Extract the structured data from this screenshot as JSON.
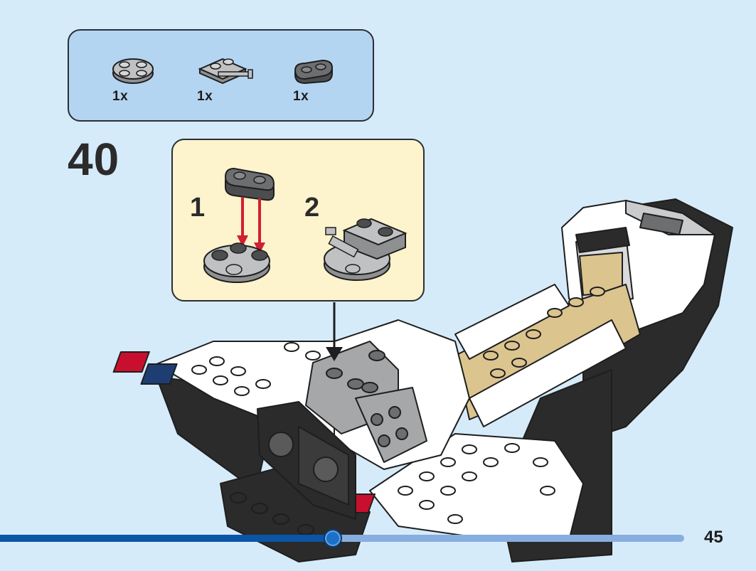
{
  "parts_list": {
    "items": [
      {
        "name": "Round plate 2x2 with center pin hole",
        "color": "light-bluish-gray",
        "qty": "1x"
      },
      {
        "name": "Plate 1x2 with bar handles",
        "color": "light-bluish-gray",
        "qty": "1x"
      },
      {
        "name": "Plate 1x2 rounded",
        "color": "dark-bluish-gray",
        "qty": "1x"
      }
    ]
  },
  "step": {
    "number": "40"
  },
  "callout": {
    "substeps": [
      "1",
      "2"
    ]
  },
  "navigation": {
    "progress_percent": 48.6,
    "page_number": "45"
  },
  "colors": {
    "background": "#d6ebfa",
    "parts_panel": "#b4d5f2",
    "callout": "#fdf3cd",
    "progress_track": "#87aede",
    "progress_fill": "#0a55a6",
    "arrow_red": "#d21f32",
    "brick_white": "#ffffff",
    "brick_black": "#2b2b2b",
    "brick_tan": "#dcc48f",
    "brick_gray": "#a5a7a8",
    "brick_dark_gray": "#6c6e70",
    "flag_red": "#c8102e",
    "flag_blue": "#1e3e72"
  }
}
